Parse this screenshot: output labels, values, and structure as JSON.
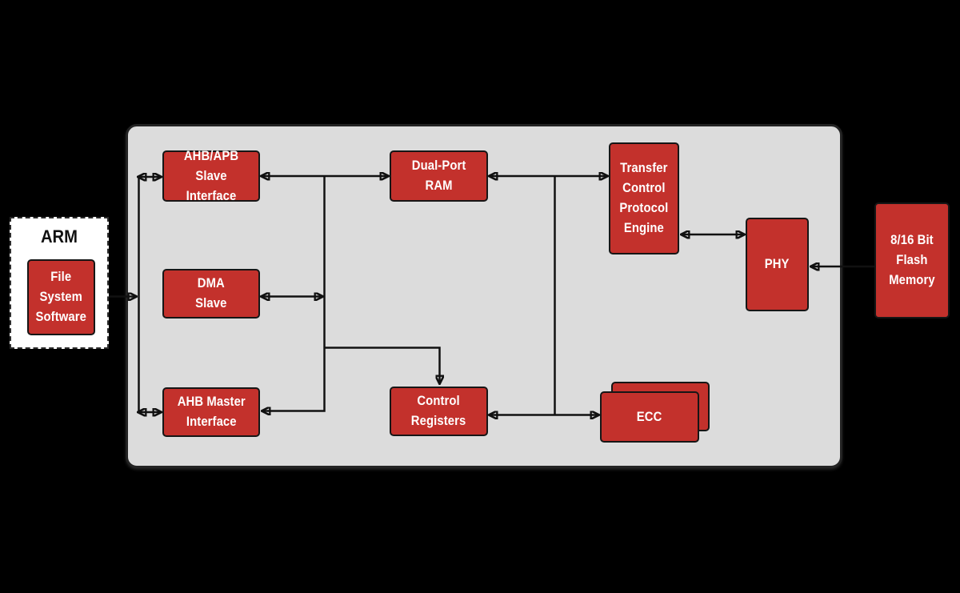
{
  "host": {
    "title": "ARM",
    "software": [
      "File",
      "System",
      "Software"
    ]
  },
  "controller": {
    "ahb_apb_slave": [
      "AHB/APB Slave",
      "Interface"
    ],
    "dma_slave": [
      "DMA",
      "Slave"
    ],
    "ahb_master": [
      "AHB Master",
      "Interface"
    ],
    "dual_port_ram": [
      "Dual-Port",
      "RAM"
    ],
    "control_registers": [
      "Control",
      "Registers"
    ],
    "transfer_engine": [
      "Transfer",
      "Control",
      "Protocol",
      "Engine"
    ],
    "phy": "PHY",
    "ecc": "ECC"
  },
  "flash": [
    "8/16 Bit",
    "Flash",
    "Memory"
  ],
  "colors": {
    "block_red": "#c3312c",
    "panel_gray": "#dcdcdc",
    "background": "#000000",
    "line": "#111111",
    "block_text": "#ffffff"
  }
}
